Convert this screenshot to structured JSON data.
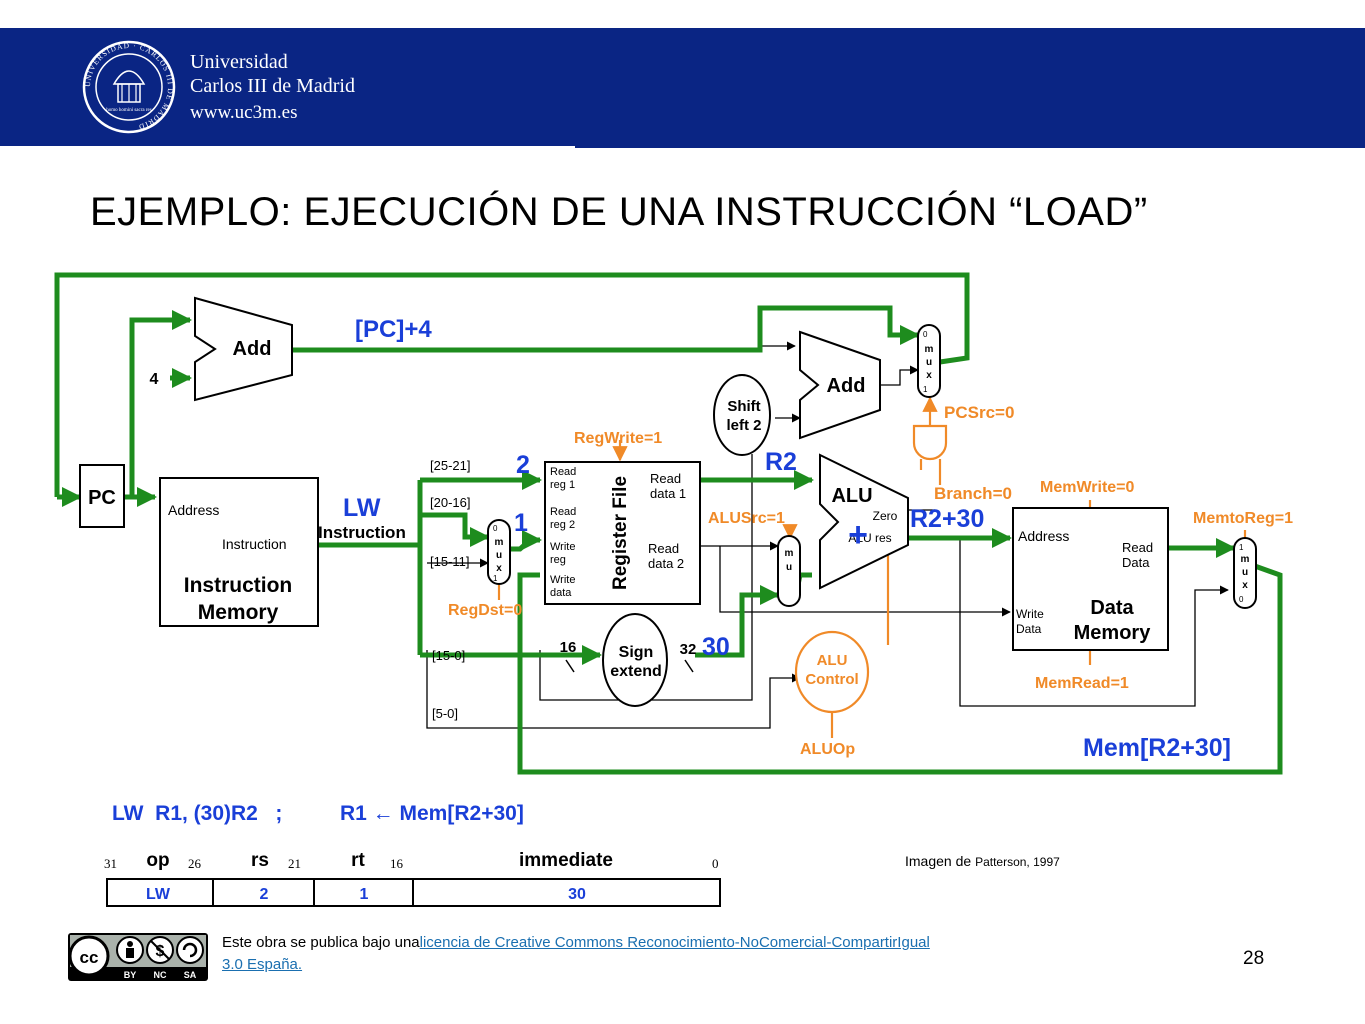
{
  "header": {
    "university_line1": "Universidad",
    "university_line2": "Carlos III de Madrid",
    "website": "www.uc3m.es",
    "seal_text": "UNIVERSIDAD · CARLOS III DE MADRID",
    "seal_motto": "homo homini sacra res"
  },
  "title": "EJEMPLO: EJECUCIÓN DE UNA INSTRUCCIÓN “LOAD”",
  "diagram": {
    "blocks": {
      "pc": "PC",
      "add1": "Add",
      "add2": "Add",
      "const4": "4",
      "imem_address": "Address",
      "imem_instruction": "Instruction",
      "imem_title1": "Instruction",
      "imem_title2": "Memory",
      "regfile_title": "Register File",
      "regfile_read_reg1": [
        "Read",
        "reg 1"
      ],
      "regfile_read_reg2": [
        "Read",
        "reg 2"
      ],
      "regfile_write_reg": [
        "Write",
        "reg"
      ],
      "regfile_write_data": [
        "Write",
        "data"
      ],
      "regfile_read_data1": [
        "Read",
        "data 1"
      ],
      "regfile_read_data2": [
        "Read",
        "data 2"
      ],
      "shift_left": [
        "Shift",
        "left 2"
      ],
      "sign_extend": [
        "Sign",
        "extend"
      ],
      "alu": "ALU",
      "alu_zero": "Zero",
      "alu_res": "ALU res",
      "alu_plus": "+",
      "alu_control": [
        "ALU",
        "Control"
      ],
      "dmem_address": "Address",
      "dmem_read_data": [
        "Read",
        "Data"
      ],
      "dmem_write_data": [
        "Write",
        "Data"
      ],
      "dmem_title": [
        "Data",
        "Memory"
      ],
      "mux_letters": [
        "m",
        "u",
        "x"
      ],
      "mux_regdst_top": "0",
      "mux_regdst_bottom": "1",
      "mux_pc_top": "0",
      "mux_pc_bottom": "1",
      "mux_memtoreg_top": "1",
      "mux_memtoreg_bottom": "0"
    },
    "fields": {
      "f25_21": "[25-21]",
      "f20_16": "[20-16]",
      "f15_11": "[15-11]",
      "f15_0": "[15-0]",
      "f5_0": "[5-0]"
    },
    "bus_widths": {
      "in": "16",
      "out": "32"
    },
    "control": {
      "regwrite": "RegWrite=1",
      "alusrc": "ALUSrc=1",
      "regdst": "RegDst=0",
      "pcsrc": "PCSrc=0",
      "branch": "Branch=0",
      "memwrite": "MemWrite=0",
      "memread": "MemRead=1",
      "memtoreg": "MemtoReg=1",
      "aluop": "ALUOp"
    },
    "values": {
      "pc_plus4": "[PC]+4",
      "lw": "LW",
      "instruction": "Instruction",
      "rs": "2",
      "rt": "1",
      "r2": "R2",
      "r2_plus_30": "R2+30",
      "imm": "30",
      "mem_result": "Mem[R2+30]"
    },
    "colors": {
      "active": "#1e8c1e",
      "control": "#f08a28",
      "value": "#1a3fd8",
      "wire": "#000000"
    }
  },
  "instruction_text": {
    "asm": "LW  R1, (30)R2   ;",
    "effect": "R1 ← Mem[R2+30]"
  },
  "format": {
    "bits": [
      "31",
      "26",
      "21",
      "16",
      "0"
    ],
    "headers": [
      "op",
      "rs",
      "rt",
      "immediate"
    ],
    "values": [
      "LW",
      "2",
      "1",
      "30"
    ]
  },
  "credit": {
    "prefix": "Imagen de ",
    "source": "Patterson, 1997"
  },
  "license": {
    "text": "Este obra se publica bajo una",
    "link_text": "licencia de Creative Commons Reconocimiento-NoComercial-CompartirIgual  3.0 España.",
    "badge": [
      "BY",
      "NC",
      "SA"
    ]
  },
  "page_number": "28"
}
